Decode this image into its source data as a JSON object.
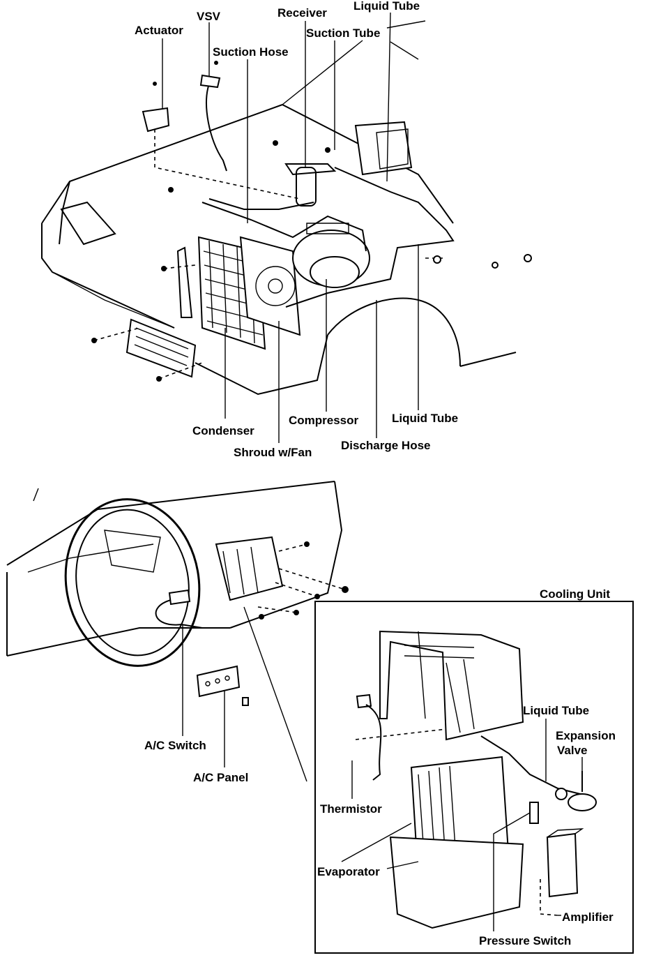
{
  "labels": {
    "actuator": "Actuator",
    "vsv": "VSV",
    "receiver": "Receiver",
    "liquid_tube_top": "Liquid Tube",
    "suction_tube": "Suction Tube",
    "suction_hose": "Suction Hose",
    "condenser": "Condenser",
    "compressor": "Compressor",
    "liquid_tube_mid": "Liquid Tube",
    "shroud_fan": "Shroud w/Fan",
    "discharge_hose": "Discharge Hose",
    "cooling_unit": "Cooling Unit",
    "liquid_tube_cu": "Liquid Tube",
    "expansion_valve_1": "Expansion",
    "expansion_valve_2": "Valve",
    "ac_switch": "A/C Switch",
    "ac_panel": "A/C Panel",
    "thermistor": "Thermistor",
    "evaporator": "Evaporator",
    "amplifier": "Amplifier",
    "pressure_switch": "Pressure Switch"
  }
}
